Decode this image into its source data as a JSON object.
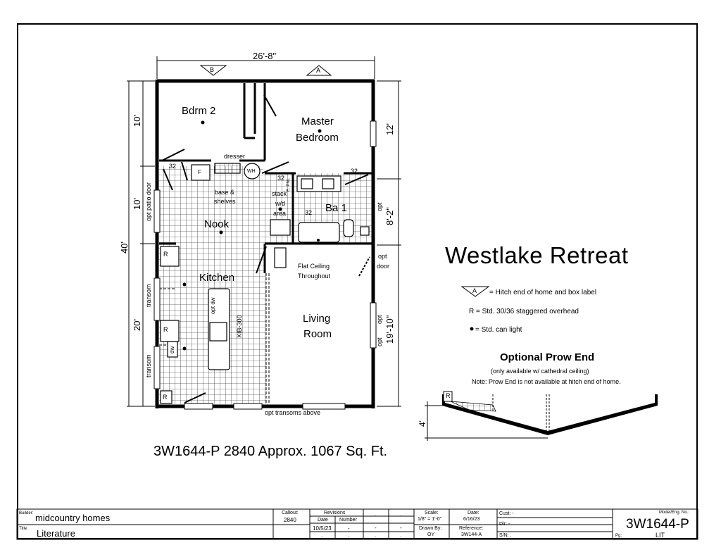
{
  "plan": {
    "overall_width": "26'-8\"",
    "overall_length": "40'",
    "dims_left": [
      "10'",
      "10'",
      "20'"
    ],
    "dims_right": [
      "12'",
      "8'-2\"",
      "19'-10\""
    ],
    "hitch_labels": [
      "B",
      "A"
    ],
    "rooms": {
      "bedroom2": "Bdrm 2",
      "master": [
        "Master",
        "Bedroom"
      ],
      "nook": "Nook",
      "bath": "Ba 1",
      "kitchen": "Kitchen",
      "living": [
        "Living",
        "Room"
      ]
    },
    "notes": {
      "dresser": "dresser",
      "base_shelves": [
        "base &",
        "shelves"
      ],
      "stack": [
        "stack",
        "w/d",
        "area"
      ],
      "flat_ceiling": [
        "Flat Ceiling",
        "Throughout"
      ],
      "opt_patio_door": "opt patio door",
      "opt_door": [
        "opt",
        "door"
      ],
      "opt_right_1": "opt",
      "opt_right_2": "opt",
      "opt_top_right": "opt",
      "transom_1": "transom",
      "transom_2": "transom",
      "opt_transoms_above": "opt transoms above",
      "xib": "XIB-300",
      "opt_dw": "opt dw",
      "dw": "dw",
      "wh": "WH",
      "f": "F",
      "r": "R",
      "el_pnl": "E. PNL",
      "num_32": "32"
    }
  },
  "title": "Westlake Retreat",
  "legend": {
    "hitch_symbol": "A",
    "hitch_text": "= Hitch end of home and box label",
    "r_text": "R = Std. 30/36 staggered overhead",
    "light_text": "= Std. can light"
  },
  "prow": {
    "heading": "Optional Prow End",
    "note1": "(only available w/ cathedral ceiling)",
    "note2": "Note: Prow End is not available at hitch end of home.",
    "dim": "4'",
    "r": "R"
  },
  "caption": "3W1644-P 2840 Approx. 1067 Sq. Ft.",
  "title_block": {
    "builder_label": "Builder:",
    "builder": "midcountry homes",
    "title_label": "Title:",
    "title": "Literature",
    "callout_label": "Callout:",
    "callout": "2840",
    "revisions_label": "Revisions",
    "date_label": "Date",
    "number_label": "Number",
    "rev_date": "10/5/23",
    "rev_number": "-",
    "scale_label": "Scale:",
    "scale": "1/8\" = 1'-0\"",
    "date2_label": "Date:",
    "date2": "6/16/23",
    "drawn_label": "Drawn By:",
    "drawn": "OY",
    "ref_label": "Reference:",
    "ref": "3W144-A",
    "cust_label": "Cust: -",
    "dlr_label": "Dlr: -",
    "sn_label": "S/N: .",
    "model_label": "Model/Eng. No.:",
    "model": "3W1644-P",
    "pg_label": "Pg:",
    "pg": "LIT",
    "dot": ".",
    "dash": "-"
  }
}
